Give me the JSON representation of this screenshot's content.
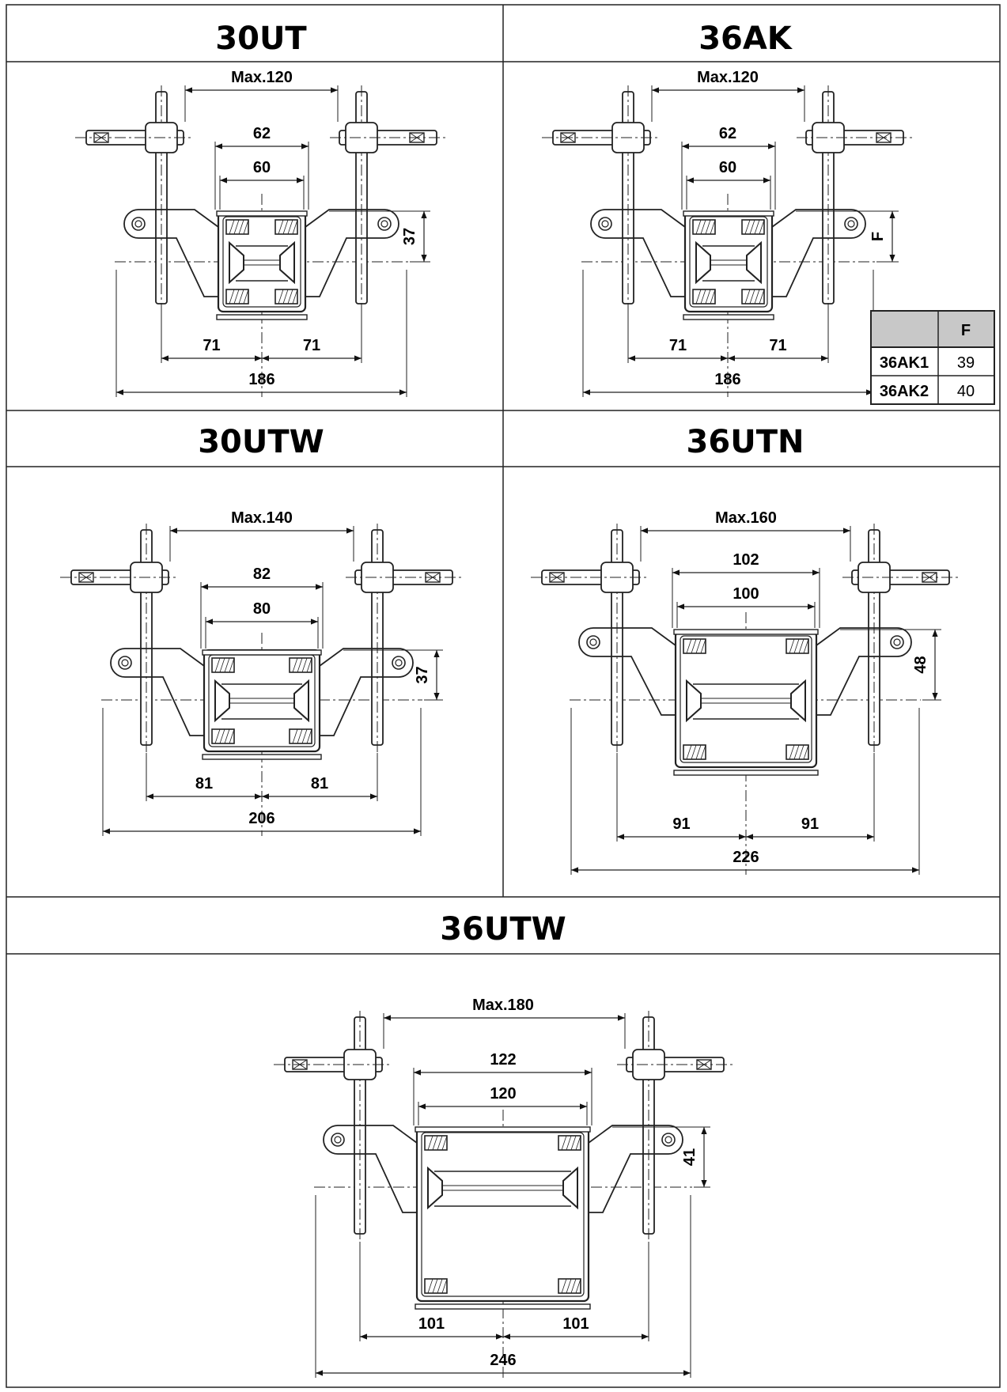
{
  "panels": [
    {
      "title": "30UT",
      "max": "Max.120",
      "outer": "62",
      "inner": "60",
      "height": "37",
      "half_left": "71",
      "half_right": "71",
      "total": "186"
    },
    {
      "title": "36AK",
      "max": "Max.120",
      "outer": "62",
      "inner": "60",
      "height": "F",
      "half_left": "71",
      "half_right": "71",
      "total": "186"
    },
    {
      "title": "30UTW",
      "max": "Max.140",
      "outer": "82",
      "inner": "80",
      "height": "37",
      "half_left": "81",
      "half_right": "81",
      "total": "206"
    },
    {
      "title": "36UTN",
      "max": "Max.160",
      "outer": "102",
      "inner": "100",
      "height": "48",
      "half_left": "91",
      "half_right": "91",
      "total": "226"
    },
    {
      "title": "36UTW",
      "max": "Max.180",
      "outer": "122",
      "inner": "120",
      "height": "41",
      "half_left": "101",
      "half_right": "101",
      "total": "246"
    }
  ],
  "f_table": {
    "header": "F",
    "rows": [
      {
        "model": "36AK1",
        "value": "39"
      },
      {
        "model": "36AK2",
        "value": "40"
      }
    ]
  }
}
